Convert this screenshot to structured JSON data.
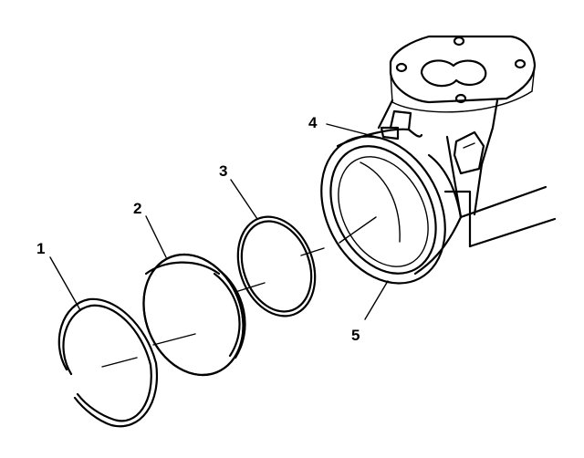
{
  "diagram": {
    "callouts": [
      {
        "id": "1",
        "label": "1"
      },
      {
        "id": "2",
        "label": "2"
      },
      {
        "id": "3",
        "label": "3"
      },
      {
        "id": "4",
        "label": "4"
      },
      {
        "id": "5",
        "label": "5"
      }
    ],
    "parts": [
      "retaining-ring",
      "cover",
      "seal-ring",
      "plug",
      "housing"
    ],
    "ink_color": "#000000",
    "background_color": "#ffffff"
  }
}
